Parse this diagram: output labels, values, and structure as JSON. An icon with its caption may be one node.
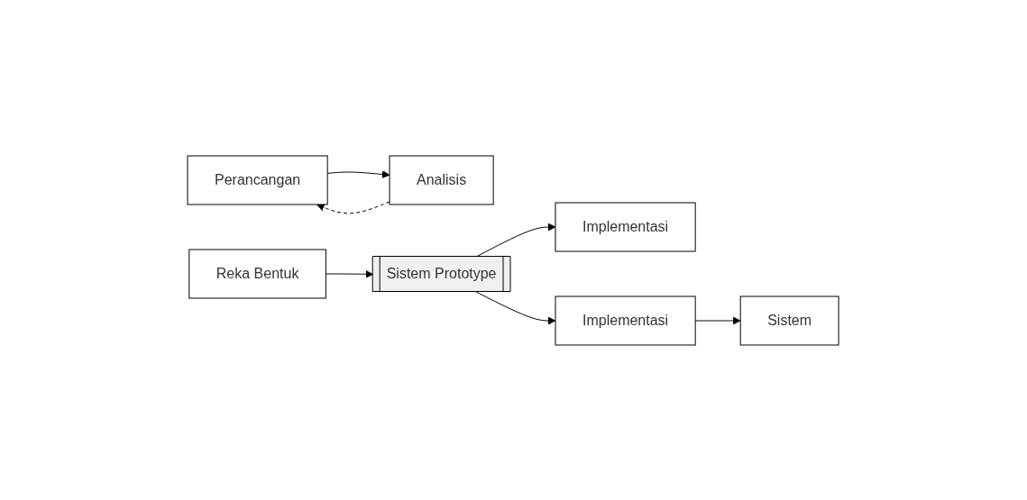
{
  "diagram": {
    "nodes": [
      {
        "text": [
          "Perancangan"
        ]
      },
      {
        "text": [
          "Analisis"
        ]
      },
      {
        "text": [
          "Reka Bentuk"
        ]
      },
      {
        "text": [
          "Implementasi"
        ]
      },
      {
        "text": [
          "Sistem Prototype"
        ]
      },
      {
        "text": [
          "Implementasi"
        ]
      },
      {
        "text": [
          "Sistem"
        ]
      }
    ],
    "edges": [
      {
        "from": 0,
        "to": 1,
        "arrow": "to"
      },
      {
        "from": 1,
        "to": 0,
        "arrow": "to",
        "style": "dashed"
      },
      {
        "from": 2,
        "to": 4,
        "arrow": "to"
      },
      {
        "from": 4,
        "to": 5,
        "arrow": "to"
      },
      {
        "from": 5,
        "to": 6,
        "arrow": "to"
      },
      {
        "from": 4,
        "to": 3,
        "arrow": "to"
      }
    ]
  }
}
